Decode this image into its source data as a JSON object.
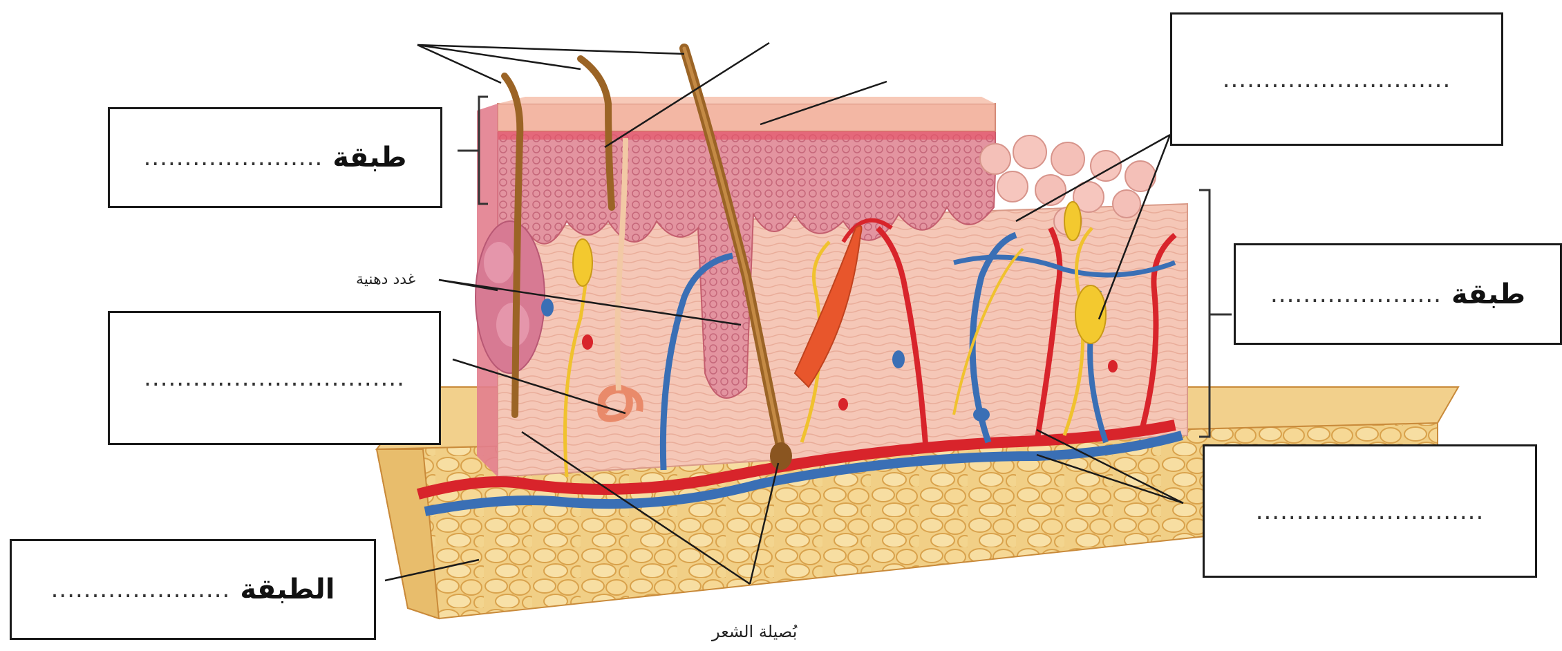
{
  "diagram": {
    "labels": {
      "sebaceous_glands": "غدد دهنية",
      "hair_follicle": "بُصيلة الشعر"
    },
    "boxes": {
      "epidermis": {
        "word": "طبقة",
        "blank": "......................"
      },
      "top_right": {
        "word": "",
        "blank": "............................"
      },
      "dermis": {
        "word": "طبقة",
        "blank": "....................."
      },
      "sweat_gland": {
        "word": "",
        "blank": "................................"
      },
      "blood_vessels": {
        "word": "",
        "blank": "............................"
      },
      "hypodermis": {
        "word": "الطبقة",
        "blank": "......................"
      }
    },
    "colors": {
      "fat": "#f2d38a",
      "dermis": "#f4c6b5",
      "epidermis": "#e89aa0",
      "artery": "#d8242b",
      "vein": "#3a6fb5",
      "nerve": "#f0c22e",
      "hair": "#a56a2a"
    }
  }
}
